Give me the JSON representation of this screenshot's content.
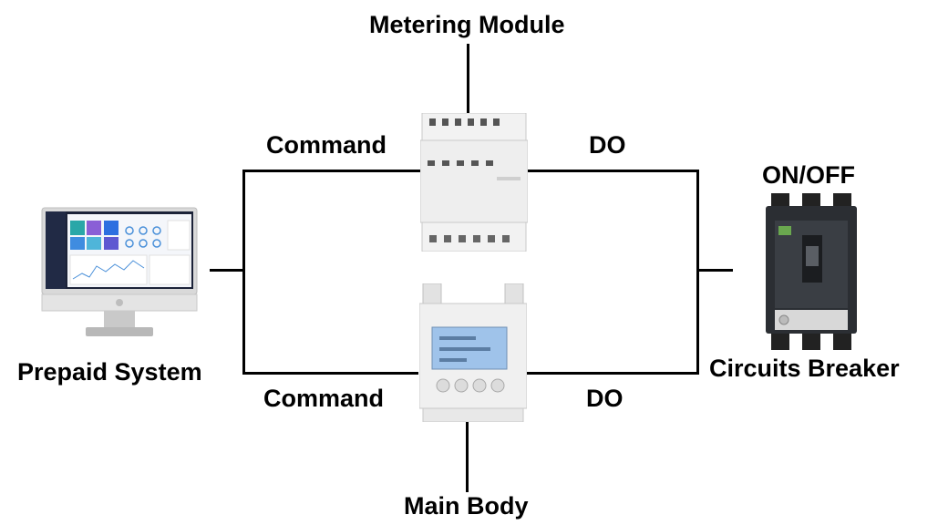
{
  "labels": {
    "metering_module": "Metering Module",
    "main_body": "Main Body",
    "prepaid_system": "Prepaid System",
    "circuits_breaker": "Circuits Breaker",
    "on_off": "ON/OFF",
    "command_top": "Command",
    "command_bottom": "Command",
    "do_top": "DO",
    "do_bottom": "DO"
  },
  "colors": {
    "line": "#000000",
    "device_body": "#eeeeee",
    "breaker_body": "#2b2e33",
    "lcd": "#9fc3ea"
  },
  "icons": {
    "computer": "desktop-monitor-icon",
    "metering": "din-rail-module-icon",
    "meter": "din-rail-meter-icon",
    "breaker": "molded-case-breaker-icon"
  }
}
